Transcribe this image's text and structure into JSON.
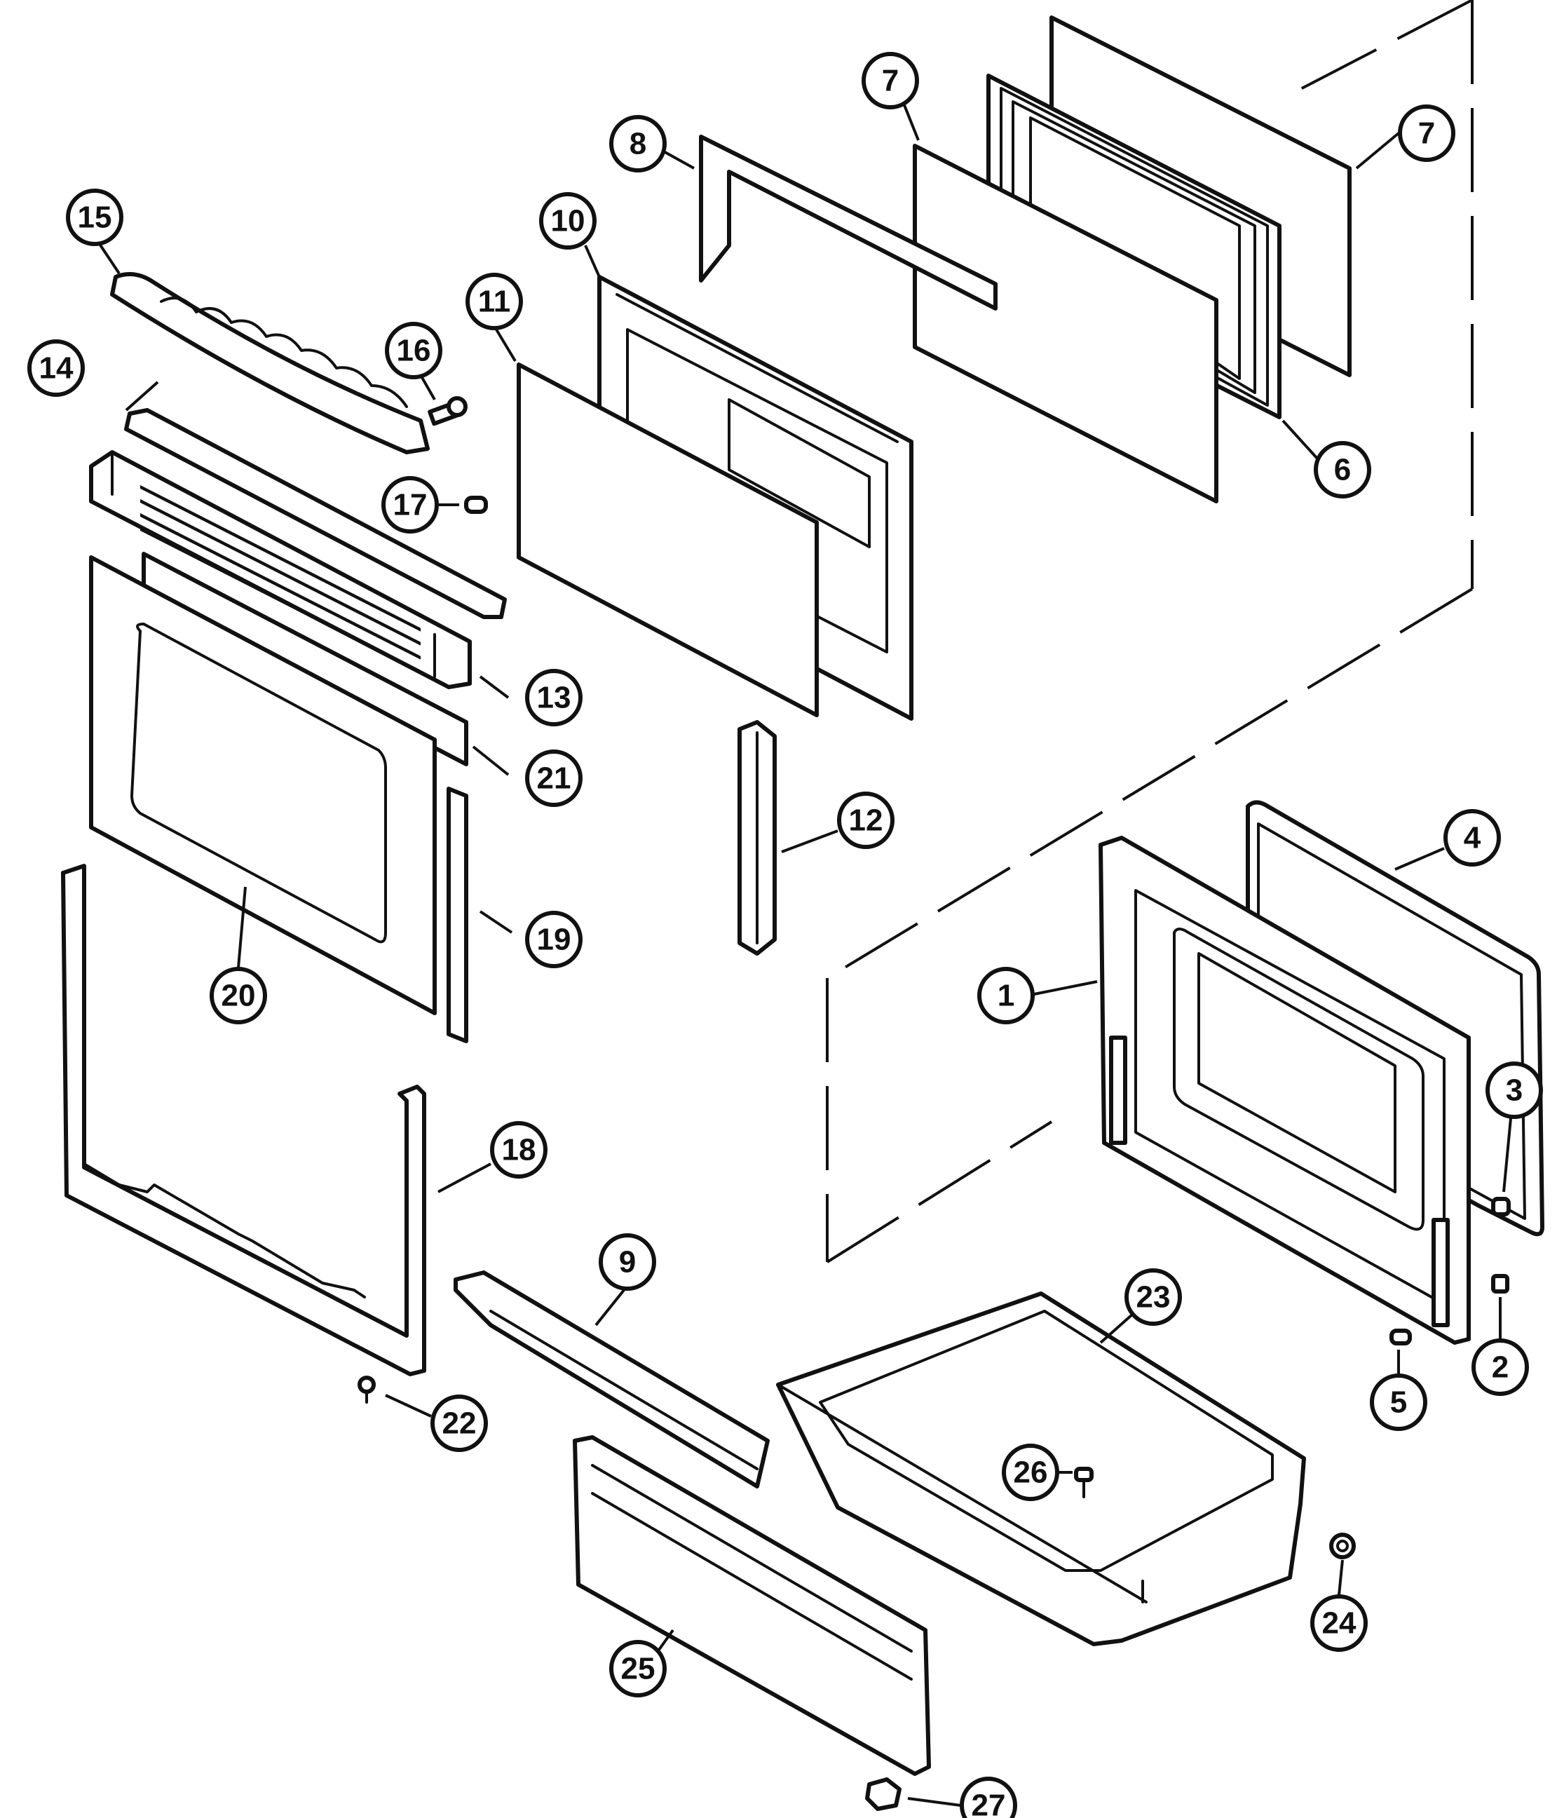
{
  "callouts": [
    {
      "id": "callout-1",
      "label": "1"
    },
    {
      "id": "callout-2",
      "label": "2"
    },
    {
      "id": "callout-3",
      "label": "3"
    },
    {
      "id": "callout-4",
      "label": "4"
    },
    {
      "id": "callout-5",
      "label": "5"
    },
    {
      "id": "callout-6",
      "label": "6"
    },
    {
      "id": "callout-7a",
      "label": "7"
    },
    {
      "id": "callout-7b",
      "label": "7"
    },
    {
      "id": "callout-8",
      "label": "8"
    },
    {
      "id": "callout-9",
      "label": "9"
    },
    {
      "id": "callout-10",
      "label": "10"
    },
    {
      "id": "callout-11",
      "label": "11"
    },
    {
      "id": "callout-12",
      "label": "12"
    },
    {
      "id": "callout-13",
      "label": "13"
    },
    {
      "id": "callout-14",
      "label": "14"
    },
    {
      "id": "callout-15",
      "label": "15"
    },
    {
      "id": "callout-16",
      "label": "16"
    },
    {
      "id": "callout-17",
      "label": "17"
    },
    {
      "id": "callout-18",
      "label": "18"
    },
    {
      "id": "callout-19",
      "label": "19"
    },
    {
      "id": "callout-20",
      "label": "20"
    },
    {
      "id": "callout-21",
      "label": "21"
    },
    {
      "id": "callout-22",
      "label": "22"
    },
    {
      "id": "callout-23",
      "label": "23"
    },
    {
      "id": "callout-24",
      "label": "24"
    },
    {
      "id": "callout-25",
      "label": "25"
    },
    {
      "id": "callout-26",
      "label": "26"
    },
    {
      "id": "callout-27",
      "label": "27"
    }
  ]
}
